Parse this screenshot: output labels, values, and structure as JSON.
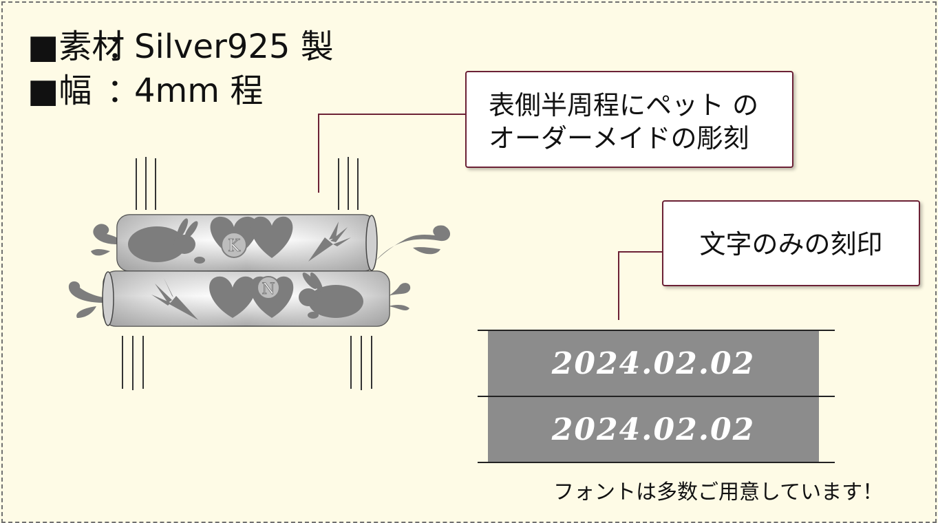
{
  "specs": [
    {
      "label": "■素材",
      "colon": "：",
      "value": "Silver925 製"
    },
    {
      "label": "■幅",
      "colon": "：",
      "value": "4mm 程"
    }
  ],
  "callouts": {
    "pet_engraving": {
      "line1": "表側半周程にペット の",
      "line2": "オーダーメイドの彫刻"
    },
    "text_only": "文字のみの刻印"
  },
  "bands": [
    {
      "date": "2024.02.02"
    },
    {
      "date": "2024.02.02"
    }
  ],
  "rings": {
    "top_initial": "K",
    "bottom_initial": "N"
  },
  "footnote": "フォントは多数ご用意しています！",
  "colors": {
    "background": "#fefbe6",
    "callout_border": "#6b2035",
    "band": "#8c8c8c",
    "ring_metal": "#b8b8b8",
    "motif": "#7d7d7d"
  }
}
